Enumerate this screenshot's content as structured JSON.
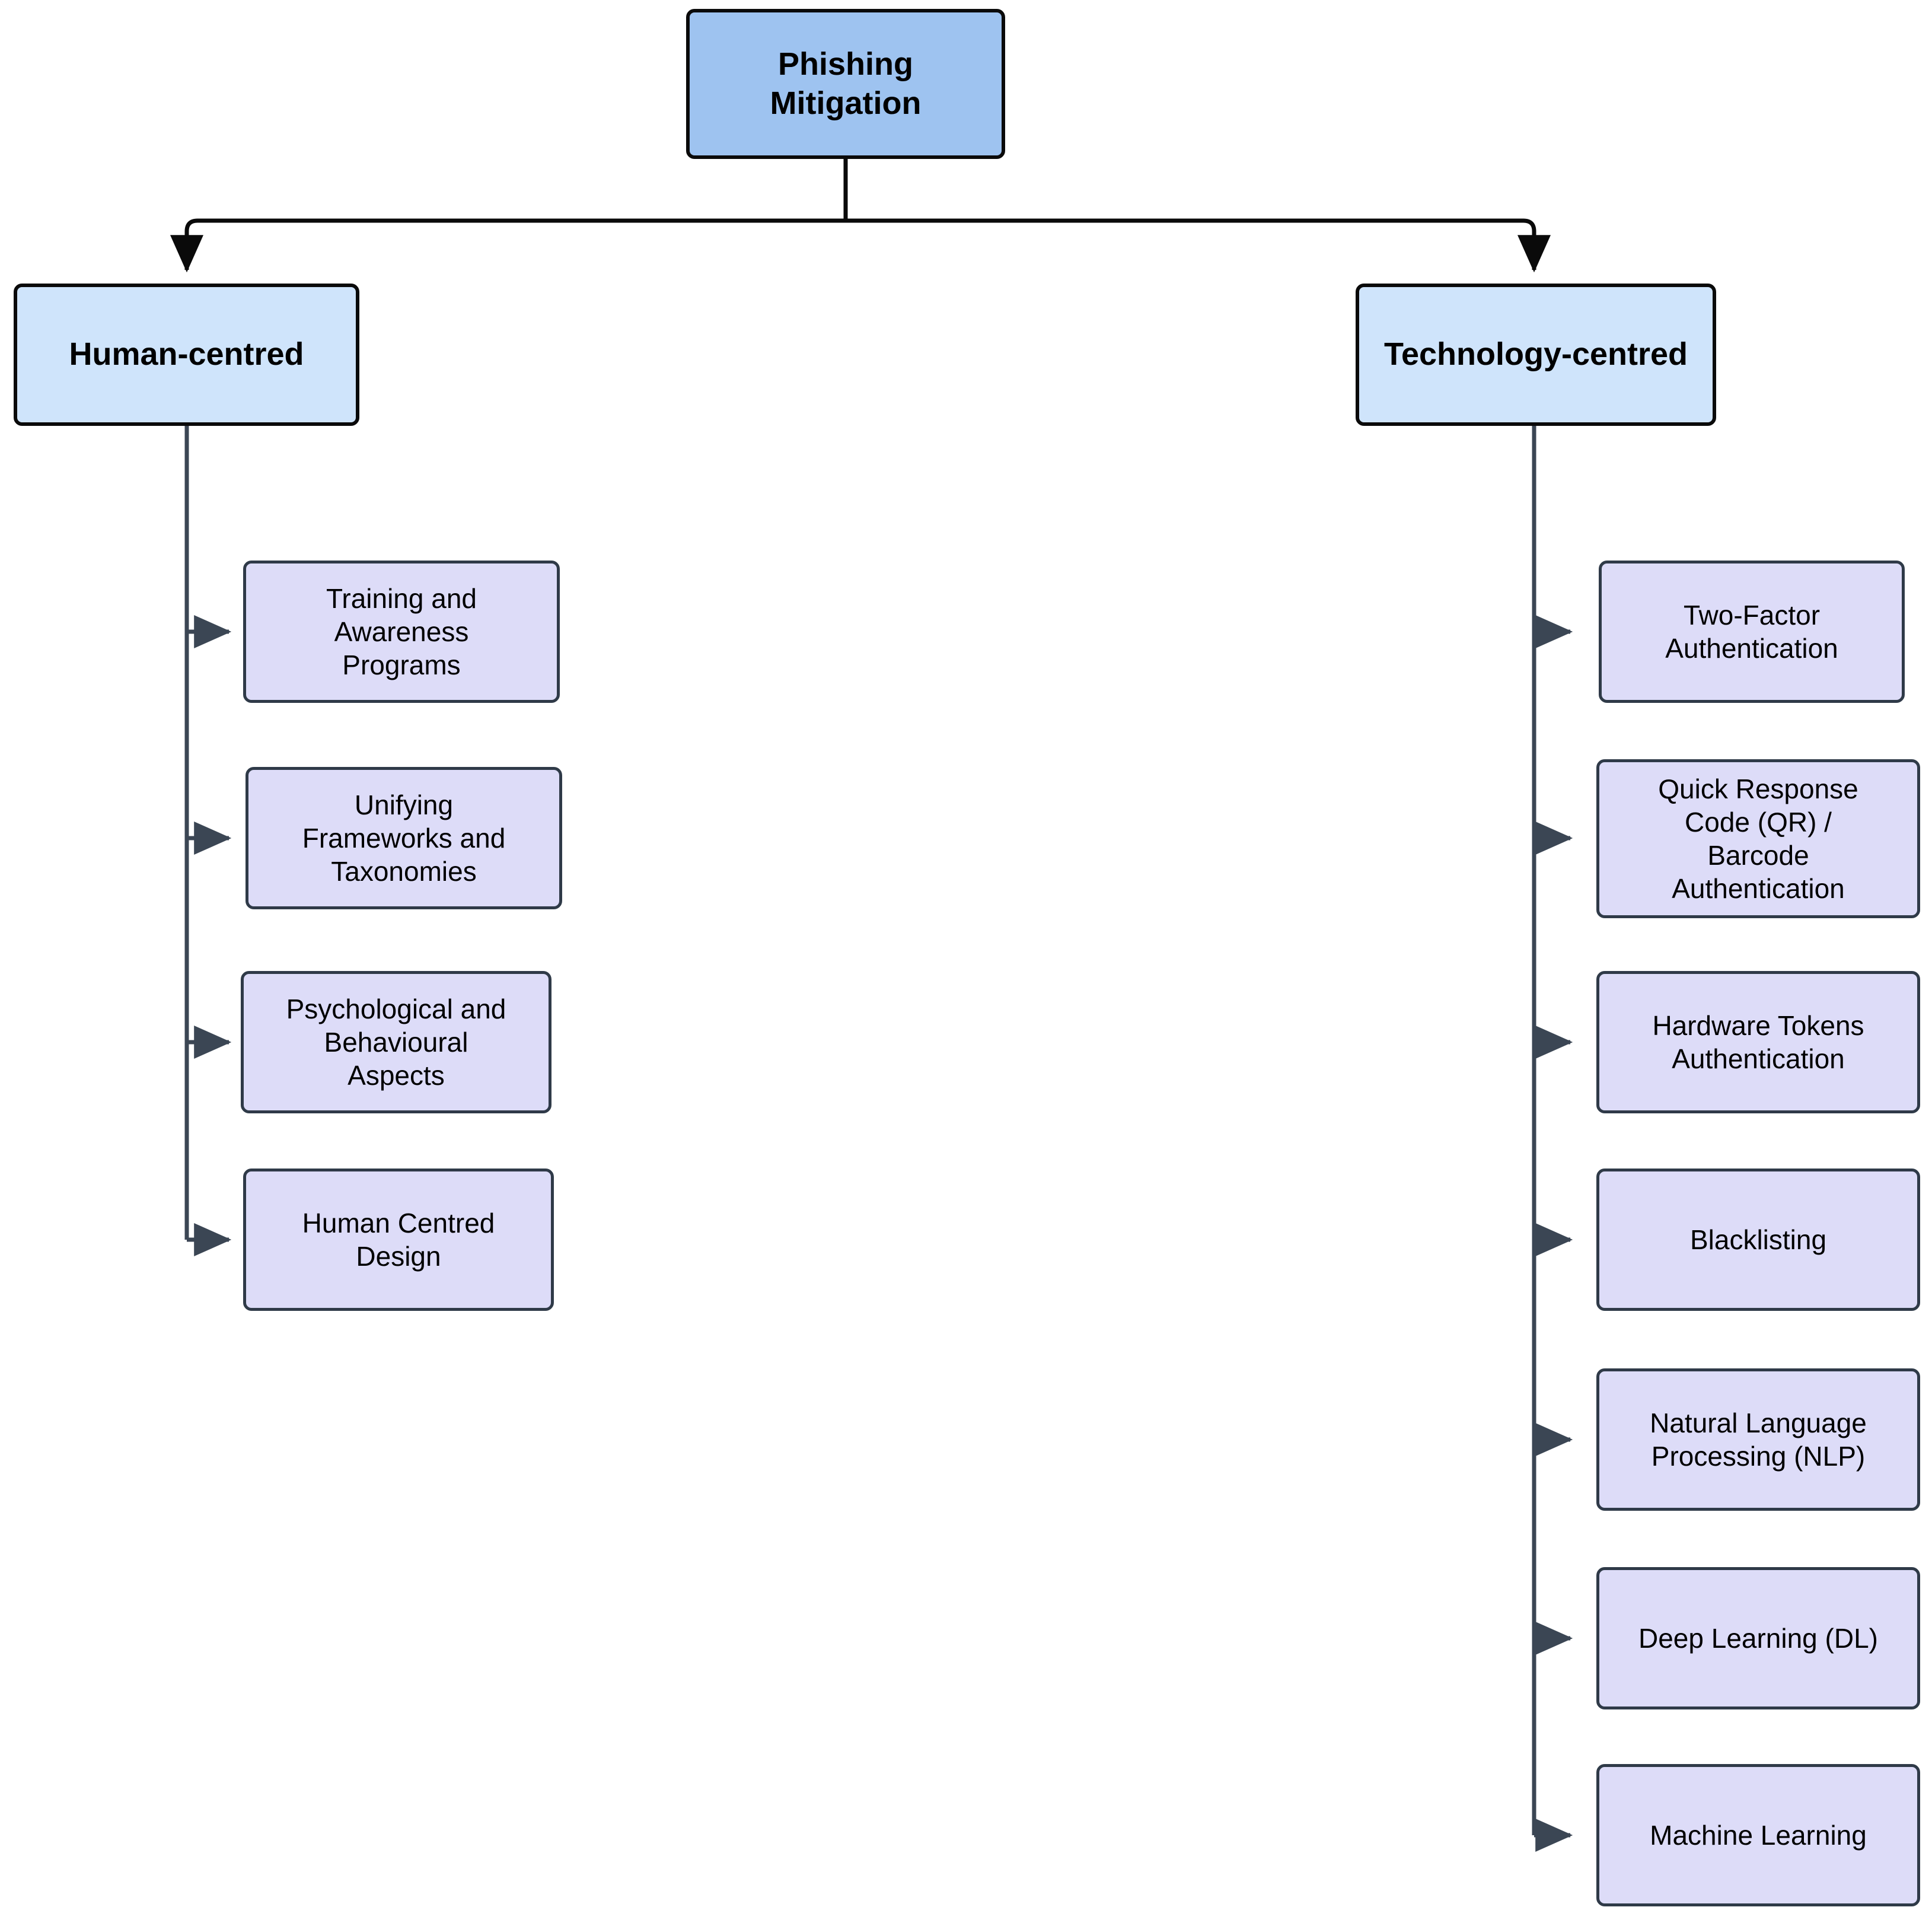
{
  "diagram": {
    "type": "tree",
    "title": "Phishing Mitigation",
    "root": {
      "id": "phishing-mitigation",
      "label": "Phishing\nMitigation",
      "fill": "#9ec3f0",
      "stroke": "#0a0a0a"
    },
    "branches": [
      {
        "id": "human-centred",
        "label": "Human-centred",
        "fill": "#cfe4fb",
        "stroke": "#0a0a0a",
        "children": [
          {
            "id": "training-and-awareness-programs",
            "label": "Training and\nAwareness\nPrograms"
          },
          {
            "id": "unifying-frameworks-and-taxonomies",
            "label": "Unifying\nFrameworks and\nTaxonomies"
          },
          {
            "id": "psychological-and-behavioural-aspects",
            "label": "Psychological and\nBehavioural\nAspects"
          },
          {
            "id": "human-centred-design",
            "label": "Human Centred\nDesign"
          }
        ]
      },
      {
        "id": "technology-centred",
        "label": "Technology-centred",
        "fill": "#cfe4fb",
        "stroke": "#0a0a0a",
        "children": [
          {
            "id": "two-factor-authentication",
            "label": "Two-Factor\nAuthentication"
          },
          {
            "id": "quick-response-code-qr-barcode-authentication",
            "label": "Quick Response\nCode (QR) /\nBarcode\nAuthentication"
          },
          {
            "id": "hardware-tokens-authentication",
            "label": "Hardware Tokens\nAuthentication"
          },
          {
            "id": "blacklisting",
            "label": "Blacklisting"
          },
          {
            "id": "natural-language-processing-nlp",
            "label": "Natural Language\nProcessing (NLP)"
          },
          {
            "id": "deep-learning-dl",
            "label": "Deep Learning (DL)"
          },
          {
            "id": "machine-learning",
            "label": "Machine Learning"
          }
        ]
      }
    ],
    "colors": {
      "root_fill": "#9ec3f0",
      "branch_fill": "#cfe4fb",
      "leaf_fill": "#dddcf8",
      "dark_stroke": "#0a0a0a",
      "leaf_stroke": "#2f3a48",
      "connector": "#3b4654",
      "background": "#ffffff"
    }
  }
}
